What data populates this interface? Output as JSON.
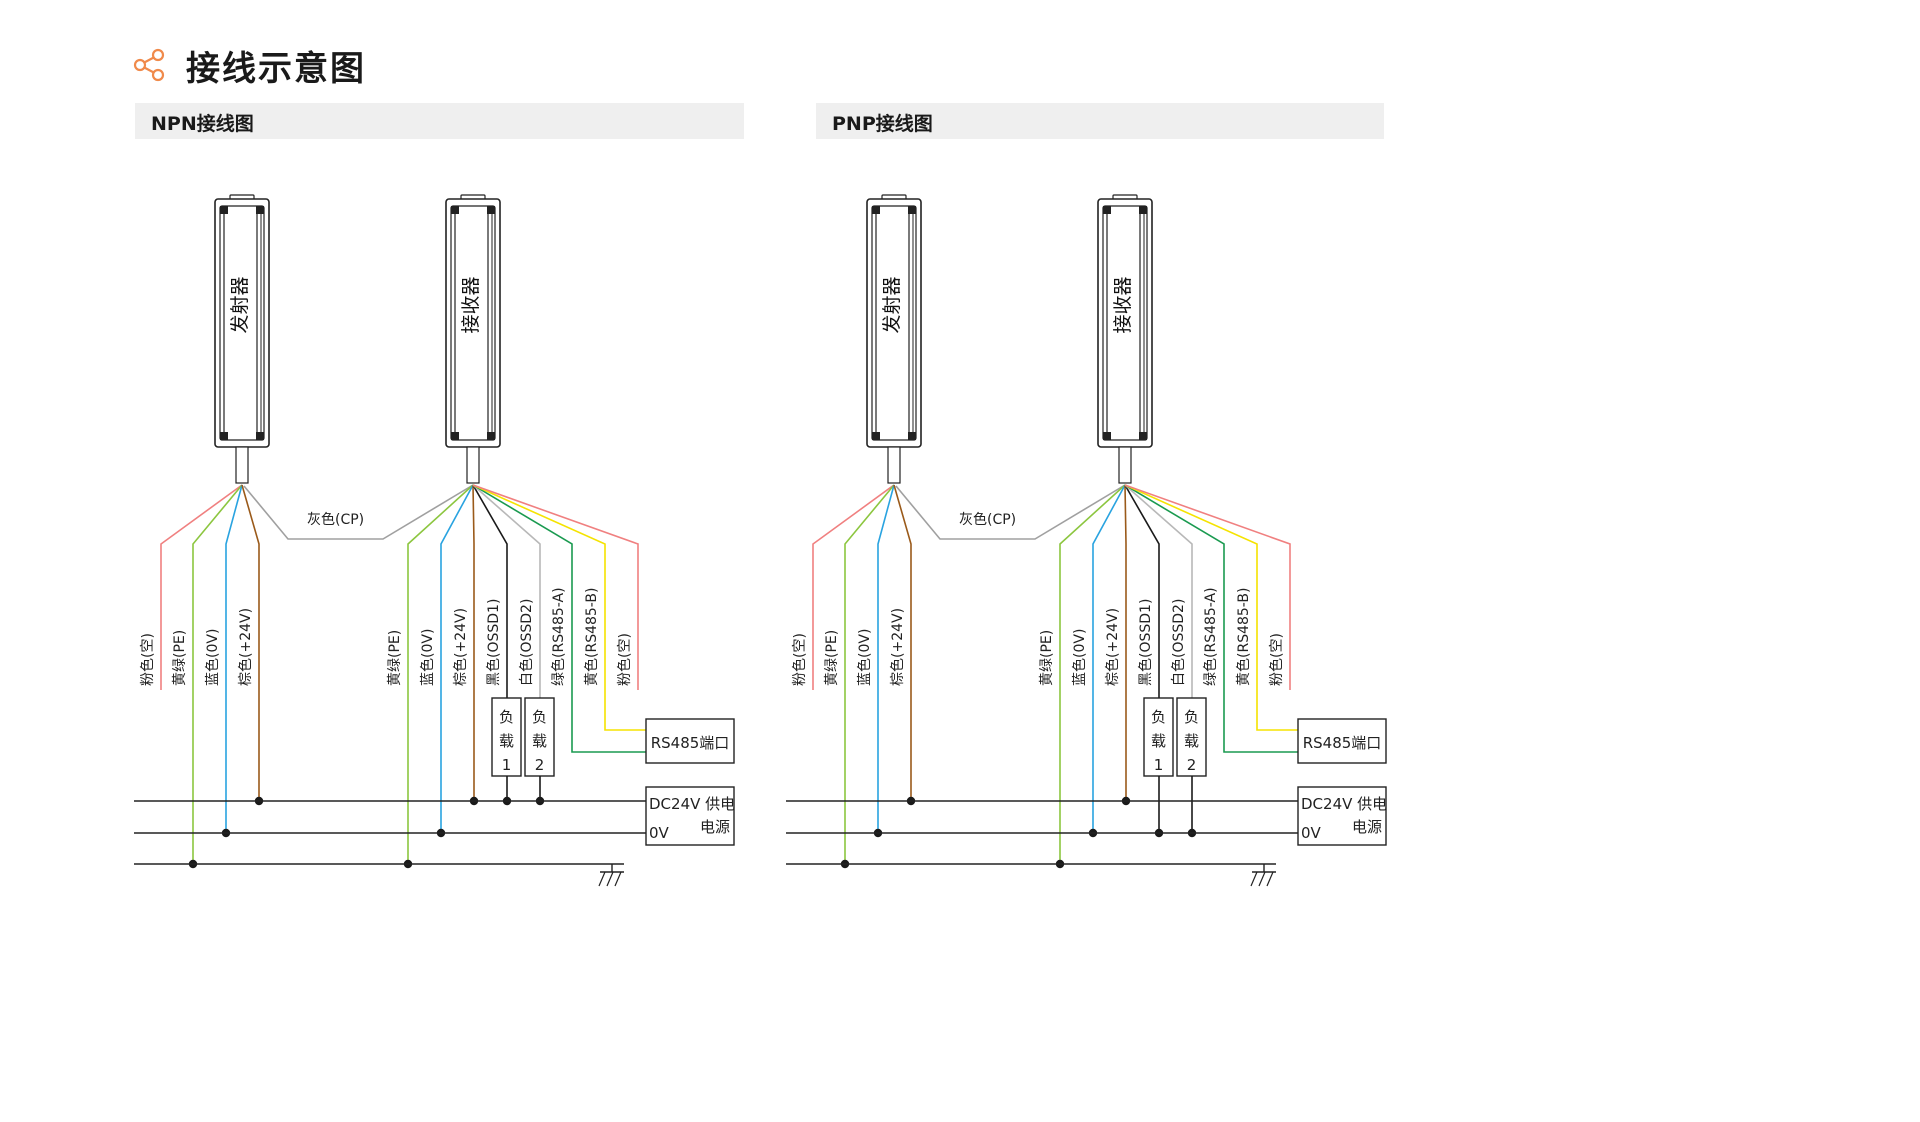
{
  "page": {
    "title": "接线示意图"
  },
  "npn": {
    "section_title": "NPN接线图",
    "emitter_label": "发射器",
    "receiver_label": "接收器",
    "cp_label": "灰色(CP)",
    "emitter_wires": [
      "粉色(空)",
      "黄绿(PE)",
      "蓝色(0V)",
      "棕色(+24V)"
    ],
    "receiver_wires": [
      "黄绿(PE)",
      "蓝色(0V)",
      "棕色(+24V)",
      "黑色(OSSD1)",
      "白色(OSSD2)",
      "绿色(RS485-A)",
      "黄色(RS485-B)",
      "粉色(空)"
    ],
    "load1": [
      "负",
      "载",
      "1"
    ],
    "load2": [
      "负",
      "载",
      "2"
    ],
    "rs485_label": "RS485端口",
    "power_line1": "DC24V 供电",
    "power_line2_left": "0V",
    "power_line2_right": "电源"
  },
  "pnp": {
    "section_title": "PNP接线图",
    "emitter_label": "发射器",
    "receiver_label": "接收器",
    "cp_label": "灰色(CP)",
    "emitter_wires": [
      "粉色(空)",
      "黄绿(PE)",
      "蓝色(0V)",
      "棕色(+24V)"
    ],
    "receiver_wires": [
      "黄绿(PE)",
      "蓝色(0V)",
      "棕色(+24V)",
      "黑色(OSSD1)",
      "白色(OSSD2)",
      "绿色(RS485-A)",
      "黄色(RS485-B)",
      "粉色(空)"
    ],
    "load1": [
      "负",
      "载",
      "1"
    ],
    "load2": [
      "负",
      "载",
      "2"
    ],
    "rs485_label": "RS485端口",
    "power_line1": "DC24V 供电",
    "power_line2_left": "0V",
    "power_line2_right": "电源"
  },
  "colors": {
    "pink": "#f08080",
    "yellowgreen": "#8cc63f",
    "blue": "#29a3e0",
    "brown": "#9a5a1a",
    "gray": "#a0a0a0",
    "black": "#1a1a1a",
    "white_wire": "#b8b8b8",
    "green": "#1a9a50",
    "yellow": "#f5e300",
    "accent": "#f08a4b"
  }
}
